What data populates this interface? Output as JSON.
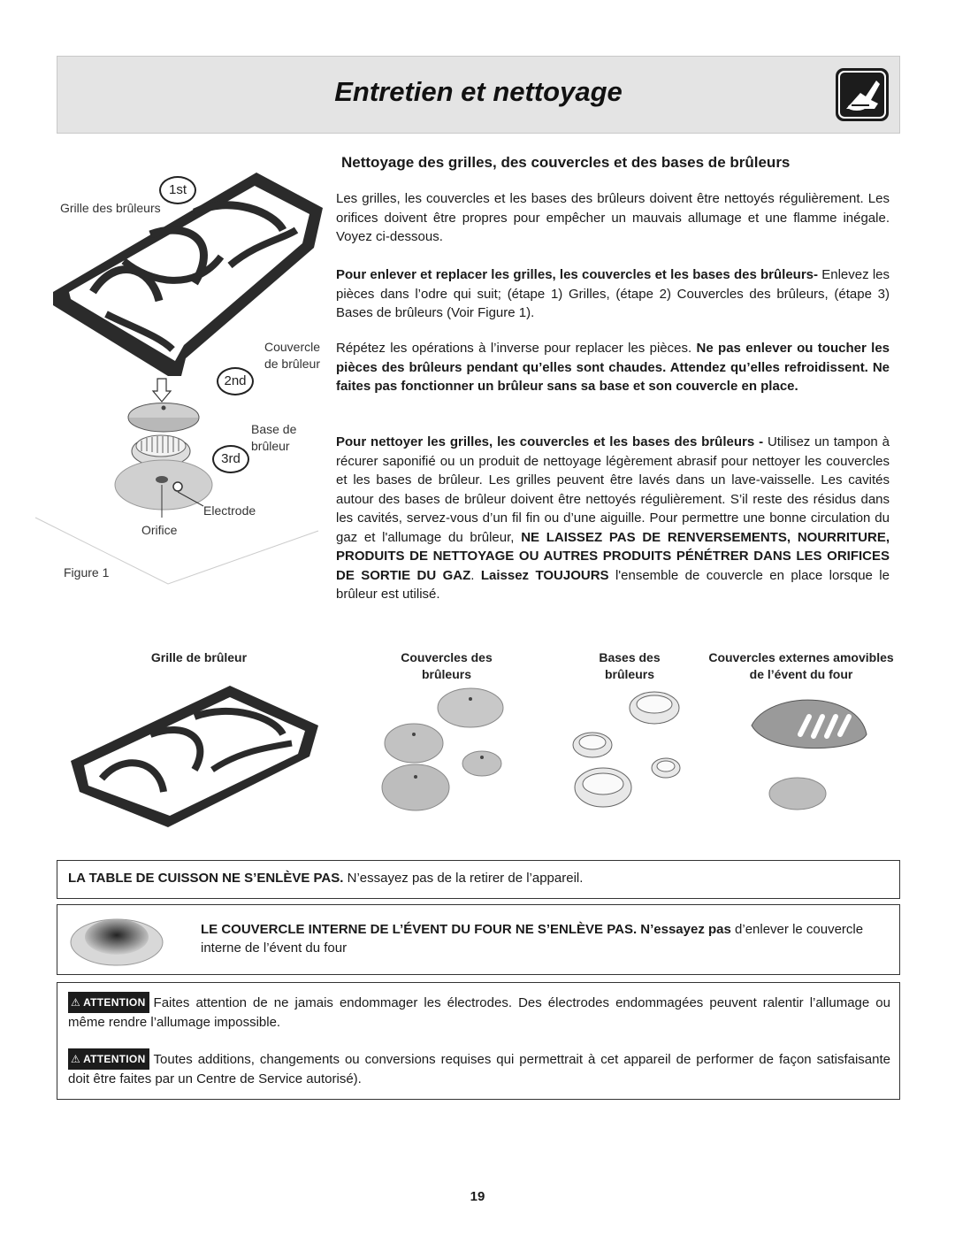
{
  "header": {
    "title": "Entretien et nettoyage",
    "icon": "cleaning-hand-icon"
  },
  "section": {
    "title": "Nettoyage des grilles, des couvercles et des bases de brûleurs",
    "intro": "Les grilles, les couvercles et les bases des brûleurs doivent être nettoyés régulièrement. Les orifices doivent être propres pour empêcher un mauvais allumage et une flamme inégale. Voyez ci-dessous.",
    "remove_heading": "Pour enlever et replacer les grilles, les couvercles et les bases des brûleurs-",
    "remove_text": " Enlevez les pièces dans l’odre qui suit; (étape 1) Grilles, (étape 2) Couvercles des brûleurs, (étape 3) Bases de brûleurs (Voir Figure 1).",
    "repeat_text": "Répétez les opérations à l’inverse pour replacer les pièces. ",
    "repeat_warning": "Ne pas enlever ou toucher les pièces des brûleurs pendant qu’elles sont chaudes. Attendez qu’elles refroidissent. Ne faites pas fonctionner un brûleur sans sa base et son couvercle en place.",
    "clean_heading": "Pour nettoyer les grilles, les couvercles et les bases des brûleurs - ",
    "clean_text": "Utilisez un tampon à récurer saponifié ou un produit de nettoyage légèrement abrasif pour nettoyer les couvercles et les bases de brûleur. Les grilles peuvent être lavés dans un lave-vaisselle. Les cavités autour des bases de brûleur doivent être nettoyés régulièrement. S’il reste des résidus dans les cavités,  servez-vous d’un fil fin ou d’une aiguille. Pour permettre une bonne circulation du gaz et l'allumage du brûleur, ",
    "clean_caps": "NE LAISSEZ PAS DE RENVERSEMENTS, NOURRITURE, PRODUITS DE NETTOYAGE OU AUTRES PRODUITS PÉNÉTRER DANS LES ORIFICES DE SORTIE DU GAZ",
    "clean_always_pre": ". ",
    "clean_always": "Laissez TOUJOURS",
    "clean_tail": " l'ensemble de couvercle en place lorsque le brûleur est utilisé."
  },
  "figure1": {
    "caption": "Figure 1",
    "grille_label": "Grille des brûleurs",
    "cap_label": "Couvercle de brûleur",
    "base_label": "Base de brûleur",
    "electrode_label": "Electrode",
    "orifice_label": "Orifice",
    "step1": "1st",
    "step2": "2nd",
    "step3": "3rd"
  },
  "parts": {
    "grille": "Grille de brûleur",
    "caps": "Couvercles des brûleurs",
    "bases": "Bases des brûleurs",
    "vent_caps": "Couvercles externes amovibles de l’évent du four"
  },
  "notices": {
    "cooktop_bold": "LA TABLE DE CUISSON NE S’ENLÈVE PAS.",
    "cooktop_text": " N’essayez pas de la retirer de l’appareil.",
    "vent_bold": "LE COUVERCLE INTERNE DE L’ÉVENT DU FOUR NE S’ENLÈVE PAS. N’essayez pas",
    "vent_text": " d’enlever le couvercle interne de l’évent du four",
    "attention_label": "ATTENTION",
    "warning1": "Faites attention de ne jamais endommager les électrodes. Des électrodes endommagées peuvent ralentir l’allumage ou même rendre l’allumage impossible.",
    "warning2": "Toutes additions, changements ou conversions requises qui permettrait à cet appareil de performer de façon satisfaisante doit être faites par un Centre de Service autorisé)."
  },
  "page_number": "19"
}
